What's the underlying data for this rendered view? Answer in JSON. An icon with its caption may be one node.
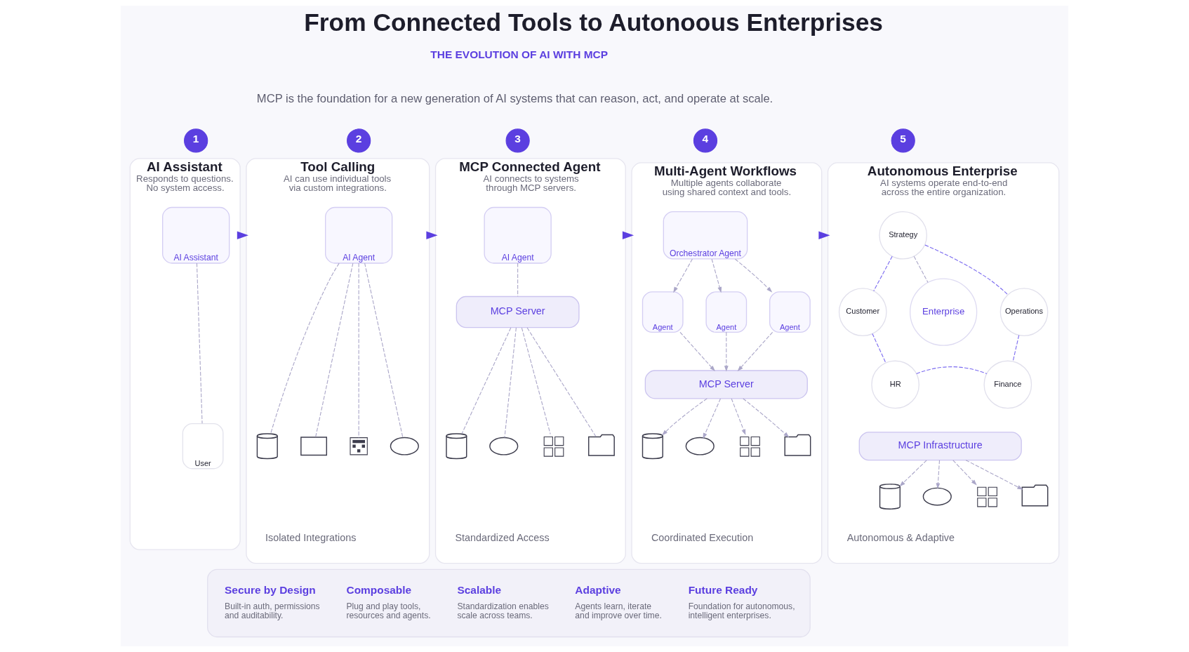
{
  "diagram": {
    "title": "From Connected Tools to Autonoous Enterprises",
    "nodes": [
      {
        "text": [
          "1"
        ]
      },
      {
        "text": [
          "AI Assistant",
          "Responds to questions. No system access."
        ]
      },
      {
        "text": [
          "AI Assistant"
        ],
        "in": 1
      },
      {
        "text": [
          "User"
        ],
        "in": 1
      },
      {
        "text": [
          "2"
        ]
      },
      {
        "text": [
          "Tool Calling",
          "AI can use individual tools via custom integrations.",
          "Isolated Integrations"
        ]
      },
      {
        "text": [
          "AI Agent"
        ],
        "in": 5
      },
      {
        "text": [],
        "shape": "cylinder",
        "in": 5
      },
      {
        "text": [],
        "shape": "envelope",
        "in": 5
      },
      {
        "text": [],
        "shape": "calendar",
        "in": 5
      },
      {
        "text": [],
        "shape": "cloud",
        "in": 5
      },
      {
        "text": [
          "3"
        ]
      },
      {
        "text": [
          "MCP Connected Agent",
          "AI connects to systems through MCP servers.",
          "Standardized Access"
        ]
      },
      {
        "text": [
          "AI Agent"
        ],
        "in": 12
      },
      {
        "text": [
          "MCP Server"
        ],
        "in": 12
      },
      {
        "text": [],
        "shape": "cylinder",
        "in": 12
      },
      {
        "text": [],
        "shape": "cloud",
        "in": 12
      },
      {
        "text": [],
        "shape": "grid",
        "in": 12
      },
      {
        "text": [],
        "shape": "folder",
        "in": 12
      },
      {
        "text": [
          "4"
        ]
      },
      {
        "text": [
          "Multi-Agent Workflows",
          "Multiple agents collaborate using shared context and tools.",
          "Coordinated Execution"
        ]
      },
      {
        "text": [
          "Orchestrator Agent"
        ],
        "in": 20
      },
      {
        "text": [
          "Agent"
        ],
        "in": 20
      },
      {
        "text": [
          "Agent"
        ],
        "in": 20
      },
      {
        "text": [
          "Agent"
        ],
        "in": 20
      },
      {
        "text": [
          "MCP Server"
        ],
        "in": 20
      },
      {
        "text": [],
        "shape": "cylinder",
        "in": 20
      },
      {
        "text": [],
        "shape": "cloud",
        "in": 20
      },
      {
        "text": [],
        "shape": "grid",
        "in": 20
      },
      {
        "text": [],
        "shape": "folder",
        "in": 20
      },
      {
        "text": [
          "5"
        ]
      },
      {
        "text": [
          "Autonomous Enterprise",
          "AI systems operate end-to-end across the entire organization.",
          "Autonomous & Adaptive"
        ]
      },
      {
        "text": [
          "Strategy"
        ],
        "in": 31
      },
      {
        "text": [
          "Customer"
        ],
        "in": 31
      },
      {
        "text": [
          "Enterprise"
        ],
        "in": 31
      },
      {
        "text": [
          "Operations"
        ],
        "in": 31
      },
      {
        "text": [
          "HR"
        ],
        "in": 31
      },
      {
        "text": [
          "Finance"
        ],
        "in": 31
      },
      {
        "text": [
          "MCP Infrastructure"
        ],
        "in": 31
      },
      {
        "text": [],
        "shape": "cylinder",
        "in": 31
      },
      {
        "text": [],
        "shape": "cloud",
        "in": 31
      },
      {
        "text": [],
        "shape": "grid",
        "in": 31
      },
      {
        "text": [],
        "shape": "folder",
        "in": 31
      },
      {
        "text": [],
        "shape": "box"
      },
      {
        "text": [
          "Secure by Design",
          "Built-in auth, permissions and auditability."
        ],
        "in": 43
      },
      {
        "text": [
          "Composable",
          "Plug and play tools, resources and agents."
        ],
        "in": 43
      },
      {
        "text": [
          "Scalable",
          "Standardization enables scale across teams."
        ],
        "in": 43
      },
      {
        "text": [
          "Adaptive",
          "Agents learn, iterate and improve over time."
        ],
        "in": 43
      },
      {
        "text": [
          "Future Ready",
          "Foundation for autonomous, intelligent enterprises."
        ],
        "in": 43
      }
    ],
    "edges": [
      {
        "from": 2,
        "to": 3,
        "arrow": "none",
        "style": "dashed"
      },
      {
        "from": 6,
        "to": 7,
        "arrow": "none",
        "style": "dashed"
      },
      {
        "from": 6,
        "to": 8,
        "arrow": "none",
        "style": "dashed"
      },
      {
        "from": 6,
        "to": 9,
        "arrow": "none",
        "style": "dashed"
      },
      {
        "from": 6,
        "to": 10,
        "arrow": "none",
        "style": "dashed"
      },
      {
        "from": 13,
        "to": 14,
        "arrow": "none",
        "style": "dashed"
      },
      {
        "from": 14,
        "to": 15,
        "arrow": "none",
        "style": "dashed"
      },
      {
        "from": 14,
        "to": 16,
        "arrow": "none",
        "style": "dashed"
      },
      {
        "from": 14,
        "to": 17,
        "arrow": "none",
        "style": "dashed"
      },
      {
        "from": 14,
        "to": 18,
        "arrow": "none",
        "style": "dashed"
      },
      {
        "from": 21,
        "to": 22,
        "arrow": "to",
        "style": "dashed"
      },
      {
        "from": 21,
        "to": 23,
        "arrow": "to",
        "style": "dashed"
      },
      {
        "from": 21,
        "to": 24,
        "arrow": "to",
        "style": "dashed"
      },
      {
        "from": 22,
        "to": 25,
        "arrow": "to",
        "style": "dashed"
      },
      {
        "from": 23,
        "to": 25,
        "arrow": "to",
        "style": "dashed"
      },
      {
        "from": 24,
        "to": 25,
        "arrow": "to",
        "style": "dashed"
      },
      {
        "from": 25,
        "to": 26,
        "arrow": "to",
        "style": "dashed"
      },
      {
        "from": 25,
        "to": 27,
        "arrow": "to",
        "style": "dashed"
      },
      {
        "from": 25,
        "to": 28,
        "arrow": "to",
        "style": "dashed"
      },
      {
        "from": 25,
        "to": 29,
        "arrow": "to",
        "style": "dashed"
      },
      {
        "from": 32,
        "to": 35,
        "arrow": "none",
        "style": "dashed",
        "color": "#7a6af0"
      },
      {
        "from": 35,
        "to": 37,
        "arrow": "none",
        "style": "dashed",
        "color": "#7a6af0"
      },
      {
        "from": 36,
        "to": 37,
        "arrow": "none",
        "style": "dashed",
        "color": "#7a6af0"
      },
      {
        "from": 33,
        "to": 36,
        "arrow": "none",
        "style": "dashed",
        "color": "#7a6af0"
      },
      {
        "from": 32,
        "to": 33,
        "arrow": "none",
        "style": "dashed",
        "color": "#7a6af0"
      },
      {
        "from": 32,
        "to": 34,
        "arrow": "none",
        "style": "dashed"
      },
      {
        "from": 38,
        "to": 39,
        "arrow": "to",
        "style": "dashed"
      },
      {
        "from": 38,
        "to": 40,
        "arrow": "to",
        "style": "dashed"
      },
      {
        "from": 38,
        "to": 41,
        "arrow": "to",
        "style": "dashed"
      },
      {
        "from": 38,
        "to": 42,
        "arrow": "to",
        "style": "dashed"
      },
      {
        "from": 1,
        "to": 5,
        "arrow": "to",
        "color": "#5b3fe0"
      },
      {
        "from": 5,
        "to": 12,
        "arrow": "to",
        "color": "#5b3fe0"
      },
      {
        "from": 12,
        "to": 20,
        "arrow": "to",
        "color": "#5b3fe0"
      },
      {
        "from": 20,
        "to": 31,
        "arrow": "to",
        "color": "#5b3fe0"
      }
    ],
    "labels": [
      "THE EVOLUTION OF AI WITH MCP",
      "MCP is the foundation for a new generation of AI systems that can reason, act, and operate at scale."
    ]
  }
}
